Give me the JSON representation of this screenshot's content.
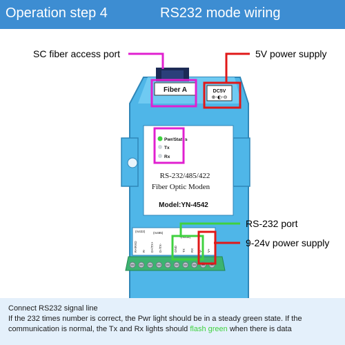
{
  "header": {
    "step": "Operation step 4",
    "mode": "RS232 mode wiring",
    "bg_color": "#3d8dd2"
  },
  "callouts": {
    "sc_fiber": "SC fiber access port",
    "power_5v": "5V power supply",
    "rs232_port": "RS-232 port",
    "power_924": "9-24v power supply"
  },
  "device": {
    "port_label": "Fiber A",
    "dc_label": "DC5V",
    "indicators": [
      "Pwr/Status",
      "Tx",
      "Rx"
    ],
    "model_line1": "RS-232/485/422",
    "model_line2": "Fiber Optic Moden",
    "model_id": "Model:YN-4542",
    "terminal_labels": [
      "R+/RXD",
      "R-",
      "D+/TX+",
      "D-/TX-",
      "GND",
      "TX",
      "RX",
      "V-",
      "V+"
    ],
    "group_labels": [
      "(rs422)",
      "(rs485)",
      "(rs232)"
    ],
    "body_color": "#4fb6e8",
    "terminal_color": "#3cb371"
  },
  "colors": {
    "magenta": "#e020d0",
    "red": "#e01818",
    "green": "#3fd13f"
  },
  "footer": {
    "line1": "Connect RS232 signal line",
    "line2": "If the 232 times number is correct, the Pwr light should be in a steady green state. If the",
    "line3_pre": "communication is normal, the Tx and Rx lights should",
    "line3_hl": "flash green",
    "line3_post": "when there is data"
  }
}
